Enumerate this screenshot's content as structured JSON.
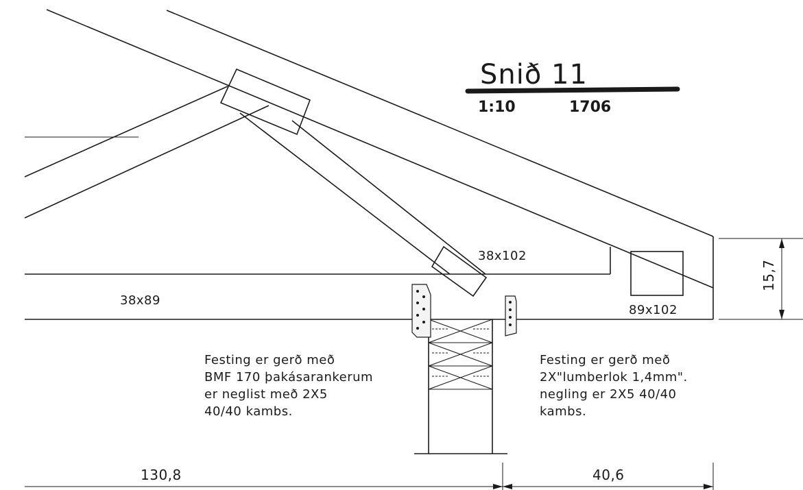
{
  "title": {
    "main": "Snið 11",
    "scale": "1:10",
    "number": "1706"
  },
  "members": {
    "bottom_chord": "38x89",
    "diagonal_web": "38x102",
    "end_block": "89x102"
  },
  "notes": {
    "left": [
      "Festing er gerð með",
      "BMF 170 þakásarankerum",
      "er neglist með 2X5",
      "40/40 kambs."
    ],
    "right": [
      "Festing er gerð með",
      "2X\"lumberlok 1,4mm\".",
      "negling er 2X5 40/40",
      "kambs."
    ]
  },
  "dimensions": {
    "left_length": "130,8",
    "right_length": "40,6",
    "end_height": "15,7"
  }
}
